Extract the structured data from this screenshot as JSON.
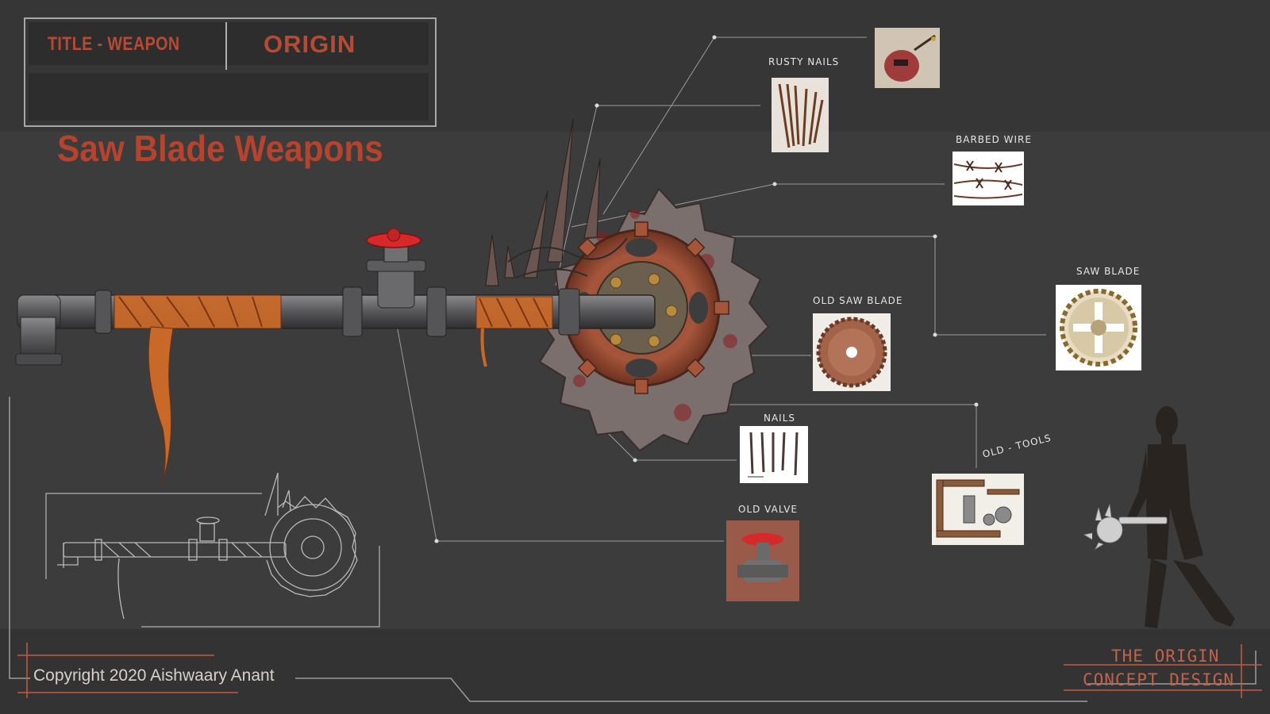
{
  "header": {
    "title_label": "TITLE - WEAPON",
    "origin_label": "ORIGIN",
    "main_title": "Saw Blade Weapons"
  },
  "references": {
    "rusty_nails": "RUSTY NAILS",
    "barbed_wire": "BARBED WIRE",
    "saw_blade": "SAW BLADE",
    "old_saw_blade": "OLD SAW BLADE",
    "nails": "NAILS",
    "old_tools": "OLD - TOOLS",
    "old_valve": "OLD VALVE"
  },
  "footer": {
    "copyright": "Copyright 2020 Aishwaary Anant",
    "brand_line1": "THE ORIGIN",
    "brand_line2": "CONCEPT DESIGN"
  },
  "colors": {
    "background": "#3c3c3c",
    "accent_red": "#b5432e",
    "rust": "#a5482c",
    "valve_red": "#d62a2a",
    "metal": "#6e6e70"
  }
}
